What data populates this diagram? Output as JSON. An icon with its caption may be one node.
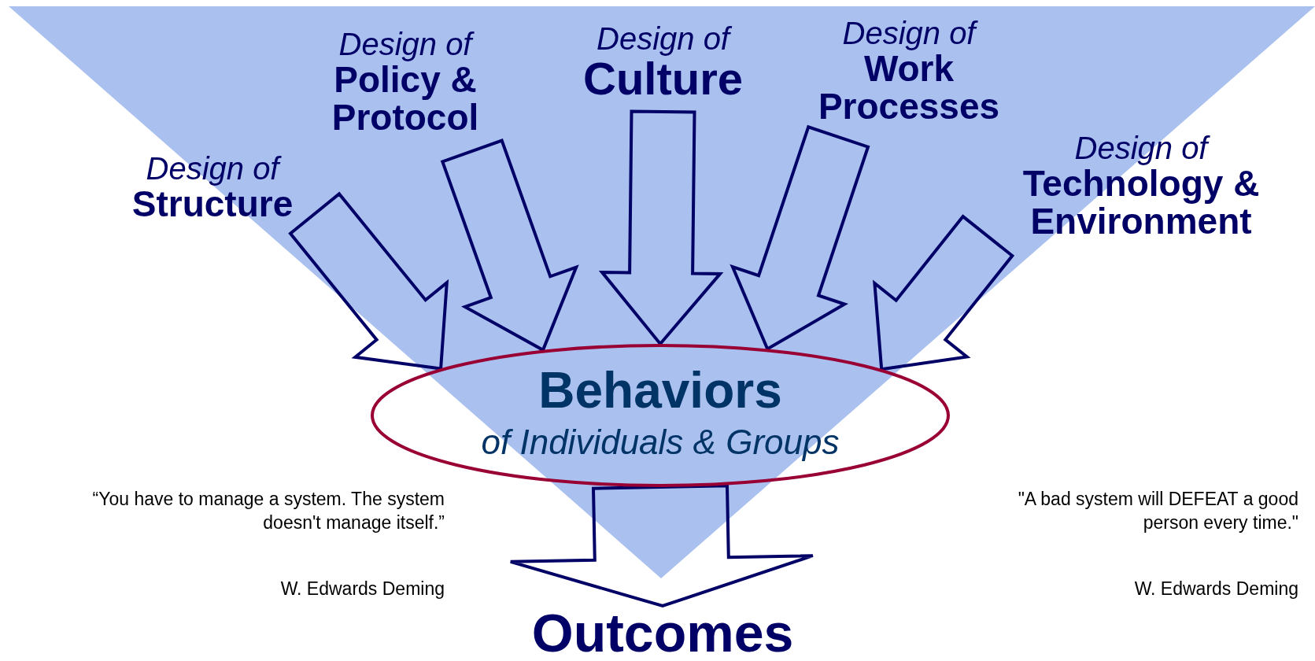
{
  "diagram": {
    "nodes": [
      {
        "text": [
          "Design of",
          "Structure"
        ]
      },
      {
        "text": [
          "Design of",
          "Policy & Protocol"
        ]
      },
      {
        "text": [
          "Design of",
          "Culture"
        ]
      },
      {
        "text": [
          "Design of",
          "Work Processes"
        ]
      },
      {
        "text": [
          "Design of",
          "Technology & Environment"
        ]
      },
      {
        "text": [
          "Behaviors",
          "of Individuals & Groups"
        ]
      },
      {
        "text": [
          "Outcomes"
        ]
      }
    ],
    "edges": [
      {
        "from": 0,
        "to": 5,
        "arrow": "to"
      },
      {
        "from": 1,
        "to": 5,
        "arrow": "to"
      },
      {
        "from": 2,
        "to": 5,
        "arrow": "to"
      },
      {
        "from": 3,
        "to": 5,
        "arrow": "to"
      },
      {
        "from": 4,
        "to": 5,
        "arrow": "to"
      },
      {
        "from": 5,
        "to": 6,
        "arrow": "to"
      }
    ],
    "labels": [
      "“You have to manage a system. The system doesn't manage itself.”",
      "W. Edwards Deming",
      "\"A bad system will DEFEAT a good person every time.\"",
      "W. Edwards Deming"
    ]
  }
}
